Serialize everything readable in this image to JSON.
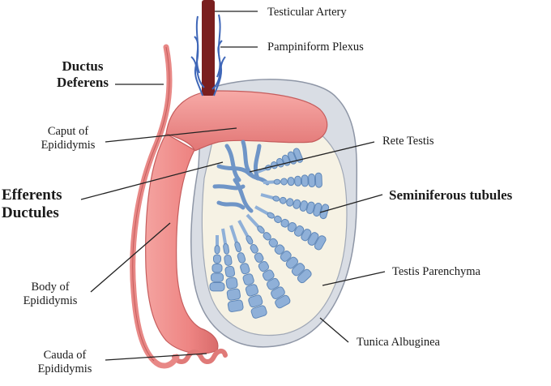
{
  "labels": {
    "testicular_artery": "Testicular Artery",
    "pampiniform_plexus": "Pampiniform Plexus",
    "ductus_deferens_1": "Ductus",
    "ductus_deferens_2": "Deferens",
    "caput_1": "Caput of",
    "caput_2": "Epididymis",
    "rete_testis": "Rete Testis",
    "efferents_1": "Efferents",
    "efferents_2": "Ductules",
    "seminiferous": "Seminiferous tubules",
    "testis_parenchyma": "Testis Parenchyma",
    "body_1": "Body of",
    "body_2": "Epididymis",
    "tunica": "Tunica Albuginea",
    "cauda_1": "Cauda of",
    "cauda_2": "Epididymis"
  },
  "colors": {
    "epididymis": "#ef8a8a",
    "epididymis_dark": "#d86a6a",
    "tubules": "#8fb0d8",
    "tubules_dark": "#5f87b8",
    "parenchyma": "#f6f2e4",
    "capsule": "#c9cdd6",
    "artery": "#7a1f1f",
    "line": "#222222"
  }
}
